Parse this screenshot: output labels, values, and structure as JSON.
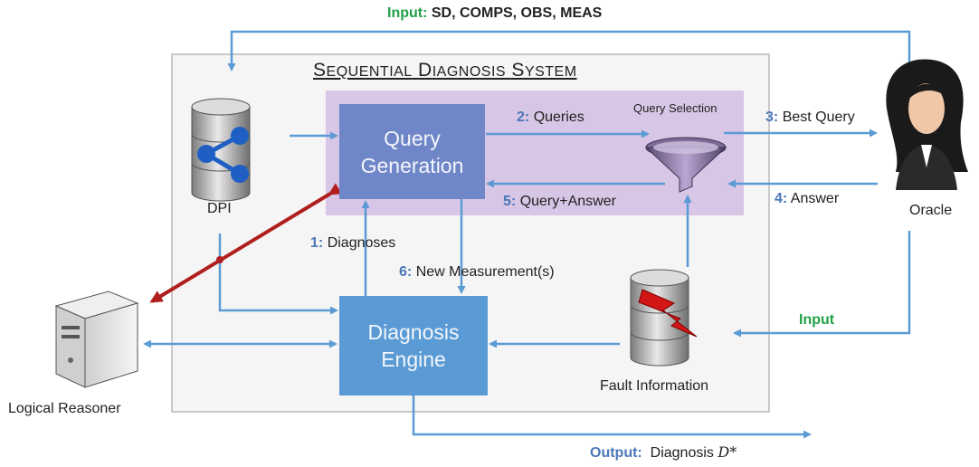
{
  "input_top": {
    "label": "Input:",
    "value": "SD, COMPS, OBS, MEAS"
  },
  "system": {
    "title_parts": [
      {
        "cap": "S",
        "rest": "EQUENTIAL"
      },
      {
        "cap": "D",
        "rest": "IAGNOSIS"
      },
      {
        "cap": "S",
        "rest": "YSTEM"
      }
    ]
  },
  "query_selection": "Query Selection",
  "query_generation": {
    "line1": "Query",
    "line2": "Generation"
  },
  "diagnosis_engine": {
    "line1": "Diagnosis",
    "line2": "Engine"
  },
  "dpi": "DPI",
  "fault_information": "Fault Information",
  "oracle": "Oracle",
  "logical_reasoner": "Logical Reasoner",
  "edges": {
    "queries": {
      "num": "2:",
      "text": "Queries"
    },
    "best_query": {
      "num": "3:",
      "text": "Best Query"
    },
    "answer": {
      "num": "4:",
      "text": "Answer"
    },
    "query_answer": {
      "num": "5:",
      "text": "Query+Answer"
    },
    "diagnoses": {
      "num": "1:",
      "text": "Diagnoses"
    },
    "new_measurements": {
      "num": "6:",
      "text": "New Measurement(s)"
    },
    "input_right": "Input",
    "output": {
      "label": "Output:",
      "text": "Diagnosis",
      "symbol": "D*"
    }
  },
  "colors": {
    "arrow": "#5b9bd5",
    "red_arrow": "#b01e1e",
    "purple_panel": "#d8c6e6",
    "query_box": "#6f86c8",
    "engine_box": "#5b9bd5",
    "green": "#22a145"
  }
}
